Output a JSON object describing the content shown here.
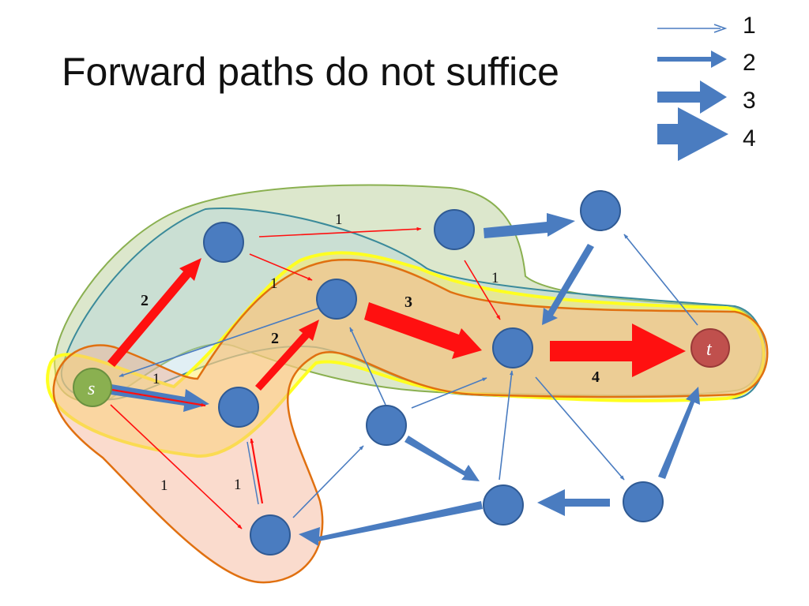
{
  "title": "Forward paths do not suffice",
  "legend": [
    {
      "label": "1",
      "capacity": 1
    },
    {
      "label": "2",
      "capacity": 2
    },
    {
      "label": "3",
      "capacity": 3
    },
    {
      "label": "4",
      "capacity": 4
    }
  ],
  "colors": {
    "edge_blue": "#4a7cc0",
    "flow_red": "#ff1010",
    "node_blue": "#4a7cc0",
    "source_green": "#8ab050",
    "sink_red": "#c0504d",
    "region_green": "#a8c480",
    "region_blue": "#a8d0e0",
    "region_yellow": "#ffee60",
    "region_orange": "#f5b090"
  },
  "nodes": {
    "source": "s",
    "sink": "t"
  },
  "edge_labels": {
    "top_red": "1",
    "left_up_red": "2",
    "mid_node_label": "1",
    "mid_up_red": "2",
    "s_blue_back": "1",
    "s_down_red": "1",
    "bottom_up_red": "1",
    "top_right_down": "1",
    "center_big_red": "3",
    "right_big_red": "4"
  }
}
